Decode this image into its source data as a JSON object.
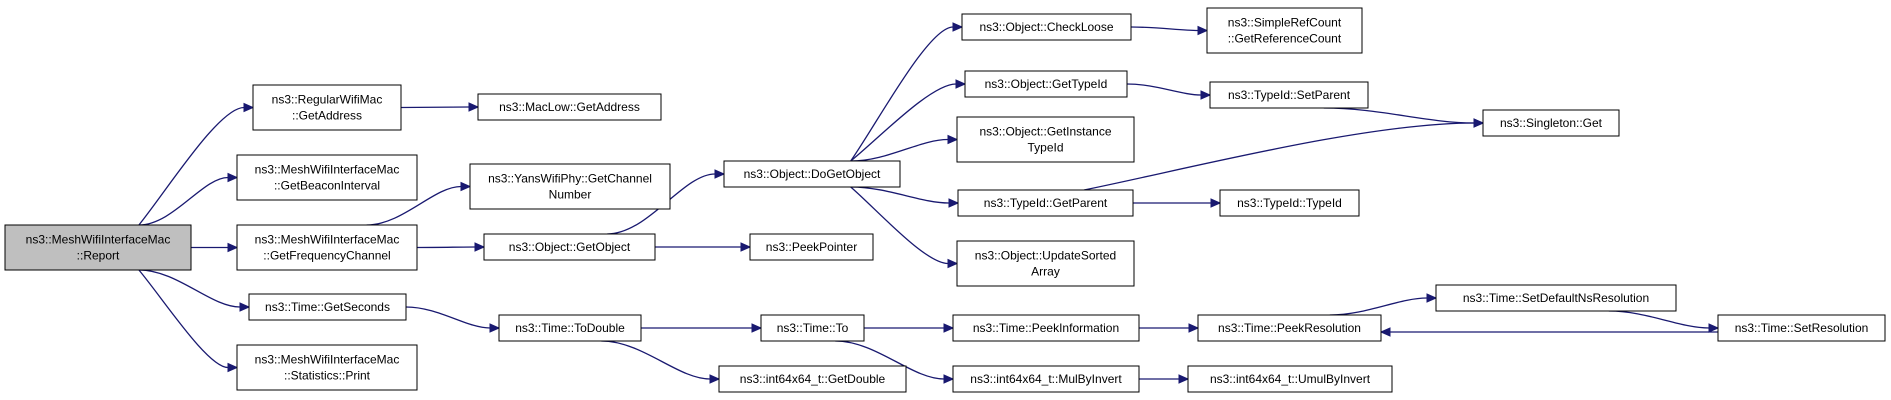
{
  "graph": {
    "colors": {
      "edge": "#191970",
      "node_border": "#000000",
      "root_fill": "#bfbfbf",
      "node_fill": "#ffffff"
    },
    "nodes": [
      {
        "id": "report",
        "lines": [
          "ns3::MeshWifiInterfaceMac",
          "::Report"
        ],
        "root": true
      },
      {
        "id": "rw_getaddress",
        "lines": [
          "ns3::RegularWifiMac",
          "::GetAddress"
        ]
      },
      {
        "id": "getbeacon",
        "lines": [
          "ns3::MeshWifiInterfaceMac",
          "::GetBeaconInterval"
        ]
      },
      {
        "id": "getfreq",
        "lines": [
          "ns3::MeshWifiInterfaceMac",
          "::GetFrequencyChannel"
        ]
      },
      {
        "id": "time_getseconds",
        "lines": [
          "ns3::Time::GetSeconds"
        ]
      },
      {
        "id": "stats_print",
        "lines": [
          "ns3::MeshWifiInterfaceMac",
          "::Statistics::Print"
        ]
      },
      {
        "id": "maclow_getaddress",
        "lines": [
          "ns3::MacLow::GetAddress"
        ]
      },
      {
        "id": "yans_getchannel",
        "lines": [
          "ns3::YansWifiPhy::GetChannel",
          "Number"
        ]
      },
      {
        "id": "obj_getobject",
        "lines": [
          "ns3::Object::GetObject"
        ]
      },
      {
        "id": "obj_dogetobject",
        "lines": [
          "ns3::Object::DoGetObject"
        ]
      },
      {
        "id": "peekpointer",
        "lines": [
          "ns3::PeekPointer"
        ]
      },
      {
        "id": "obj_checkloose",
        "lines": [
          "ns3::Object::CheckLoose"
        ]
      },
      {
        "id": "obj_gettypeid",
        "lines": [
          "ns3::Object::GetTypeId"
        ]
      },
      {
        "id": "obj_getinstance",
        "lines": [
          "ns3::Object::GetInstance",
          "TypeId"
        ]
      },
      {
        "id": "typeid_getparent",
        "lines": [
          "ns3::TypeId::GetParent"
        ]
      },
      {
        "id": "obj_updatesorted",
        "lines": [
          "ns3::Object::UpdateSorted",
          "Array"
        ]
      },
      {
        "id": "simpleref",
        "lines": [
          "ns3::SimpleRefCount",
          "::GetReferenceCount"
        ]
      },
      {
        "id": "typeid_setparent",
        "lines": [
          "ns3::TypeId::SetParent"
        ]
      },
      {
        "id": "singleton_get",
        "lines": [
          "ns3::Singleton::Get"
        ]
      },
      {
        "id": "typeid_typeid",
        "lines": [
          "ns3::TypeId::TypeId"
        ]
      },
      {
        "id": "time_todouble",
        "lines": [
          "ns3::Time::ToDouble"
        ]
      },
      {
        "id": "time_to",
        "lines": [
          "ns3::Time::To"
        ]
      },
      {
        "id": "int64_getdouble",
        "lines": [
          "ns3::int64x64_t::GetDouble"
        ]
      },
      {
        "id": "time_peekinfo",
        "lines": [
          "ns3::Time::PeekInformation"
        ]
      },
      {
        "id": "int64_mulbyinvert",
        "lines": [
          "ns3::int64x64_t::MulByInvert"
        ]
      },
      {
        "id": "time_peekres",
        "lines": [
          "ns3::Time::PeekResolution"
        ]
      },
      {
        "id": "int64_umulbyinvert",
        "lines": [
          "ns3::int64x64_t::UmulByInvert"
        ]
      },
      {
        "id": "time_setdefaultns",
        "lines": [
          "ns3::Time::SetDefaultNsResolution"
        ]
      },
      {
        "id": "time_setres",
        "lines": [
          "ns3::Time::SetResolution"
        ]
      }
    ],
    "edges": [
      {
        "from": "report",
        "to": "rw_getaddress"
      },
      {
        "from": "report",
        "to": "getbeacon"
      },
      {
        "from": "report",
        "to": "getfreq"
      },
      {
        "from": "report",
        "to": "time_getseconds"
      },
      {
        "from": "report",
        "to": "stats_print"
      },
      {
        "from": "rw_getaddress",
        "to": "maclow_getaddress"
      },
      {
        "from": "getfreq",
        "to": "yans_getchannel"
      },
      {
        "from": "getfreq",
        "to": "obj_getobject"
      },
      {
        "from": "obj_getobject",
        "to": "obj_dogetobject"
      },
      {
        "from": "obj_getobject",
        "to": "peekpointer"
      },
      {
        "from": "obj_dogetobject",
        "to": "obj_checkloose"
      },
      {
        "from": "obj_dogetobject",
        "to": "obj_gettypeid"
      },
      {
        "from": "obj_dogetobject",
        "to": "obj_getinstance"
      },
      {
        "from": "obj_dogetobject",
        "to": "typeid_getparent"
      },
      {
        "from": "obj_dogetobject",
        "to": "obj_updatesorted"
      },
      {
        "from": "obj_checkloose",
        "to": "simpleref"
      },
      {
        "from": "obj_gettypeid",
        "to": "typeid_setparent"
      },
      {
        "from": "typeid_setparent",
        "to": "singleton_get"
      },
      {
        "from": "typeid_getparent",
        "to": "singleton_get"
      },
      {
        "from": "typeid_getparent",
        "to": "typeid_typeid"
      },
      {
        "from": "time_getseconds",
        "to": "time_todouble"
      },
      {
        "from": "time_todouble",
        "to": "time_to"
      },
      {
        "from": "time_todouble",
        "to": "int64_getdouble"
      },
      {
        "from": "time_to",
        "to": "time_peekinfo"
      },
      {
        "from": "time_to",
        "to": "int64_mulbyinvert"
      },
      {
        "from": "time_peekinfo",
        "to": "time_peekres"
      },
      {
        "from": "int64_mulbyinvert",
        "to": "int64_umulbyinvert"
      },
      {
        "from": "time_peekres",
        "to": "time_setdefaultns"
      },
      {
        "from": "time_setdefaultns",
        "to": "time_setres"
      },
      {
        "from": "time_setres",
        "to": "time_peekres"
      }
    ]
  }
}
